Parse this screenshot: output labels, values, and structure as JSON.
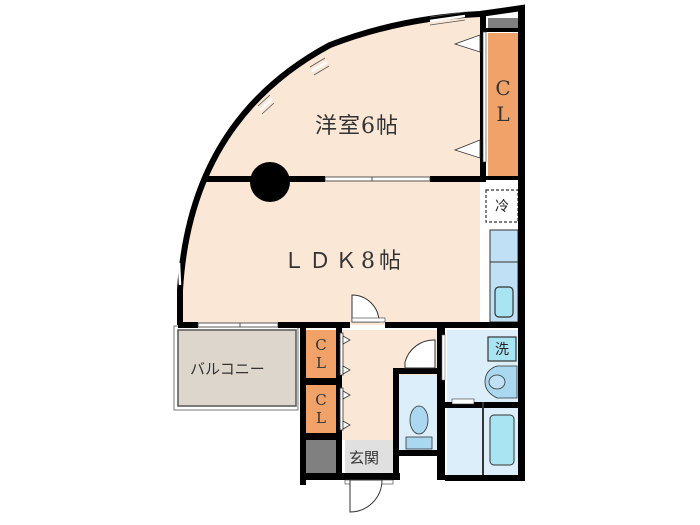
{
  "floorplan": {
    "rooms": {
      "bedroom": {
        "label": "洋室6帖",
        "type": "Western-style room",
        "size_jo": 6
      },
      "ldk": {
        "label": "ＬＤＫ8帖",
        "type": "Living/Dining/Kitchen",
        "size_jo": 8
      },
      "balcony": {
        "label": "バルコニー"
      },
      "entrance": {
        "label": "玄関"
      },
      "closet_bedroom": {
        "label_top": "C",
        "label_bottom": "L"
      },
      "closet_hall_1": {
        "label_top": "C",
        "label_bottom": "L"
      },
      "closet_hall_2": {
        "label_top": "C",
        "label_bottom": "L"
      }
    },
    "fixtures": {
      "fridge": {
        "label": "冷"
      },
      "washer": {
        "label": "洗"
      }
    },
    "colors": {
      "wall": "#000000",
      "room_floor": "#fbe7d6",
      "closet": "#f0a268",
      "balcony": "#dcd6cc",
      "wet_area": "#dceefa",
      "fixture_blue": "#a9d8f0",
      "entrance_floor": "#e0e0e0",
      "shoe_storage": "#808080"
    }
  }
}
